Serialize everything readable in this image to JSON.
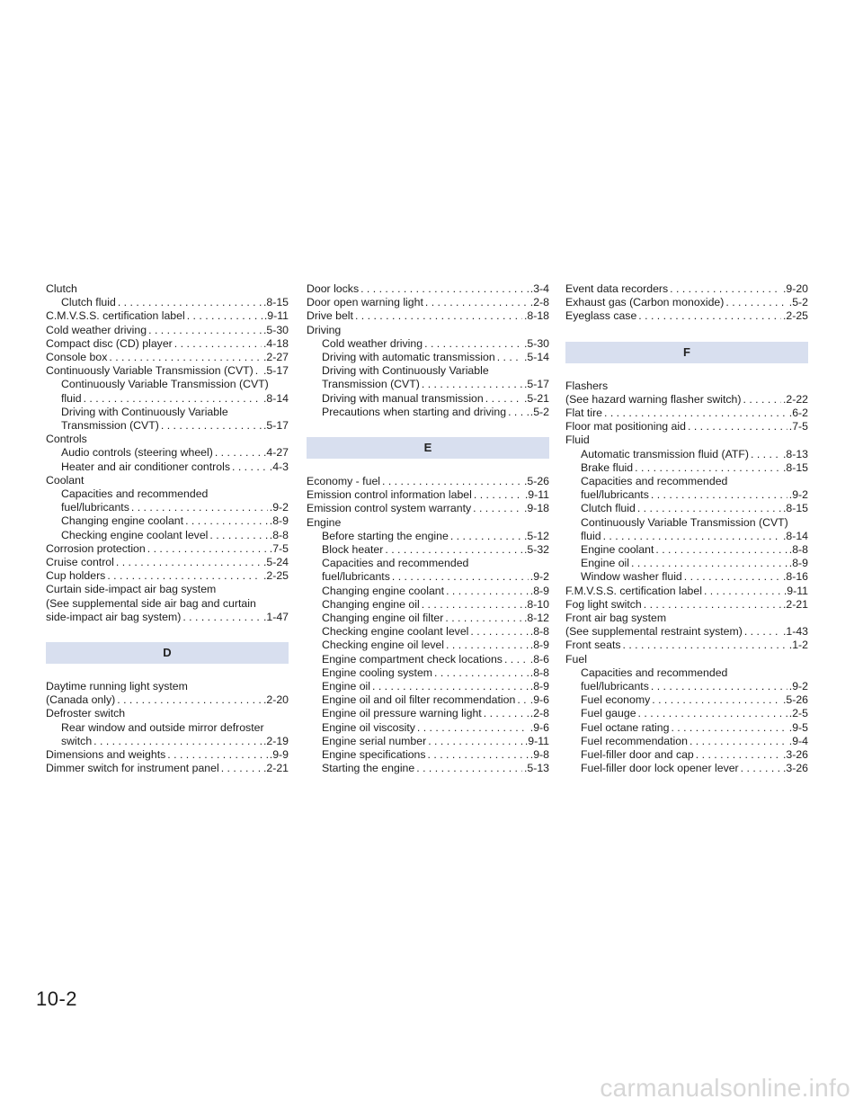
{
  "columns": [
    {
      "blocks": [
        {
          "kind": "entries",
          "entries": [
            {
              "type": "heading",
              "label": "Clutch"
            },
            {
              "type": "sub",
              "label": "Clutch fluid",
              "page": ".8-15"
            },
            {
              "type": "main",
              "label": "C.M.V.S.S. certification label",
              "page": ".9-11"
            },
            {
              "type": "main",
              "label": "Cold weather driving",
              "page": ".5-30"
            },
            {
              "type": "main",
              "label": "Compact disc (CD) player",
              "page": ".4-18"
            },
            {
              "type": "main",
              "label": "Console box",
              "page": ".2-27"
            },
            {
              "type": "main",
              "label": "Continuously Variable Transmission (CVT)",
              "page": ".5-17"
            },
            {
              "type": "subtext",
              "label": "Continuously Variable Transmission (CVT)"
            },
            {
              "type": "sub",
              "label": "fluid",
              "page": ".8-14"
            },
            {
              "type": "subtext",
              "label": "Driving with Continuously Variable"
            },
            {
              "type": "sub",
              "label": "Transmission (CVT)",
              "page": ".5-17"
            },
            {
              "type": "heading",
              "label": "Controls"
            },
            {
              "type": "sub",
              "label": "Audio controls (steering wheel)",
              "page": ".4-27"
            },
            {
              "type": "sub",
              "label": "Heater and air conditioner controls",
              "page": ".4-3"
            },
            {
              "type": "heading",
              "label": "Coolant"
            },
            {
              "type": "subtext",
              "label": "Capacities and recommended"
            },
            {
              "type": "sub",
              "label": "fuel/lubricants",
              "page": ".9-2"
            },
            {
              "type": "sub",
              "label": "Changing engine coolant",
              "page": ".8-9"
            },
            {
              "type": "sub",
              "label": "Checking engine coolant level",
              "page": ".8-8"
            },
            {
              "type": "main",
              "label": "Corrosion protection",
              "page": ".7-5"
            },
            {
              "type": "main",
              "label": "Cruise control",
              "page": ".5-24"
            },
            {
              "type": "main",
              "label": "Cup holders",
              "page": ".2-25"
            },
            {
              "type": "heading",
              "label": "Curtain side-impact air bag system"
            },
            {
              "type": "heading",
              "label": "(See supplemental side air bag and curtain"
            },
            {
              "type": "main",
              "label": "side-impact air bag system)",
              "page": ".1-47"
            }
          ]
        },
        {
          "kind": "band",
          "letter": "D"
        },
        {
          "kind": "entries",
          "entries": [
            {
              "type": "heading",
              "label": "Daytime running light system"
            },
            {
              "type": "main",
              "label": "(Canada only)",
              "page": ".2-20"
            },
            {
              "type": "heading",
              "label": "Defroster switch"
            },
            {
              "type": "subtext",
              "label": "Rear window and outside mirror defroster"
            },
            {
              "type": "sub",
              "label": "switch",
              "page": ".2-19"
            },
            {
              "type": "main",
              "label": "Dimensions and weights",
              "page": ".9-9"
            },
            {
              "type": "main",
              "label": "Dimmer switch for instrument panel",
              "page": ".2-21"
            }
          ]
        }
      ]
    },
    {
      "blocks": [
        {
          "kind": "entries",
          "entries": [
            {
              "type": "main",
              "label": "Door locks",
              "page": ".3-4"
            },
            {
              "type": "main",
              "label": "Door open warning light",
              "page": ".2-8"
            },
            {
              "type": "main",
              "label": "Drive belt",
              "page": ".8-18"
            },
            {
              "type": "heading",
              "label": "Driving"
            },
            {
              "type": "sub",
              "label": "Cold weather driving",
              "page": ".5-30"
            },
            {
              "type": "sub",
              "label": "Driving with automatic transmission",
              "page": ".5-14"
            },
            {
              "type": "subtext",
              "label": "Driving with Continuously Variable"
            },
            {
              "type": "sub",
              "label": "Transmission (CVT)",
              "page": ".5-17"
            },
            {
              "type": "sub",
              "label": "Driving with manual transmission",
              "page": ".5-21"
            },
            {
              "type": "sub",
              "label": "Precautions when starting and driving",
              "page": ".5-2"
            }
          ]
        },
        {
          "kind": "band",
          "letter": "E"
        },
        {
          "kind": "entries",
          "entries": [
            {
              "type": "main",
              "label": "Economy - fuel",
              "page": ".5-26"
            },
            {
              "type": "main",
              "label": "Emission control information label",
              "page": ".9-11"
            },
            {
              "type": "main",
              "label": "Emission control system warranty",
              "page": ".9-18"
            },
            {
              "type": "heading",
              "label": "Engine"
            },
            {
              "type": "sub",
              "label": "Before starting the engine",
              "page": ".5-12"
            },
            {
              "type": "sub",
              "label": "Block heater",
              "page": ".5-32"
            },
            {
              "type": "subtext",
              "label": "Capacities and recommended"
            },
            {
              "type": "sub",
              "label": "fuel/lubricants",
              "page": ".9-2"
            },
            {
              "type": "sub",
              "label": "Changing engine coolant",
              "page": ".8-9"
            },
            {
              "type": "sub",
              "label": "Changing engine oil",
              "page": ".8-10"
            },
            {
              "type": "sub",
              "label": "Changing engine oil filter",
              "page": ".8-12"
            },
            {
              "type": "sub",
              "label": "Checking engine coolant level",
              "page": ".8-8"
            },
            {
              "type": "sub",
              "label": "Checking engine oil level",
              "page": ".8-9"
            },
            {
              "type": "sub",
              "label": "Engine compartment check locations",
              "page": ".8-6"
            },
            {
              "type": "sub",
              "label": "Engine cooling system",
              "page": ".8-8"
            },
            {
              "type": "sub",
              "label": "Engine oil",
              "page": ".8-9"
            },
            {
              "type": "sub",
              "label": "Engine oil and oil filter recommendation",
              "page": ".9-6"
            },
            {
              "type": "sub",
              "label": "Engine oil pressure warning light",
              "page": ".2-8"
            },
            {
              "type": "sub",
              "label": "Engine oil viscosity",
              "page": ".9-6"
            },
            {
              "type": "sub",
              "label": "Engine serial number",
              "page": ".9-11"
            },
            {
              "type": "sub",
              "label": "Engine specifications",
              "page": ".9-8"
            },
            {
              "type": "sub",
              "label": "Starting the engine",
              "page": ".5-13"
            }
          ]
        }
      ]
    },
    {
      "blocks": [
        {
          "kind": "entries",
          "entries": [
            {
              "type": "main",
              "label": "Event data recorders",
              "page": ".9-20"
            },
            {
              "type": "main",
              "label": "Exhaust gas (Carbon monoxide)",
              "page": ".5-2"
            },
            {
              "type": "main",
              "label": "Eyeglass case",
              "page": ".2-25"
            }
          ]
        },
        {
          "kind": "band",
          "letter": "F"
        },
        {
          "kind": "entries",
          "entries": [
            {
              "type": "heading",
              "label": "Flashers"
            },
            {
              "type": "main",
              "label": "(See hazard warning flasher switch)",
              "page": ".2-22"
            },
            {
              "type": "main",
              "label": "Flat tire",
              "page": ".6-2"
            },
            {
              "type": "main",
              "label": "Floor mat positioning aid",
              "page": ".7-5"
            },
            {
              "type": "heading",
              "label": "Fluid"
            },
            {
              "type": "sub",
              "label": "Automatic transmission fluid (ATF)",
              "page": ".8-13"
            },
            {
              "type": "sub",
              "label": "Brake fluid",
              "page": ".8-15"
            },
            {
              "type": "subtext",
              "label": "Capacities and recommended"
            },
            {
              "type": "sub",
              "label": "fuel/lubricants",
              "page": ".9-2"
            },
            {
              "type": "sub",
              "label": "Clutch fluid",
              "page": ".8-15"
            },
            {
              "type": "subtext",
              "label": "Continuously Variable Transmission (CVT)"
            },
            {
              "type": "sub",
              "label": "fluid",
              "page": ".8-14"
            },
            {
              "type": "sub",
              "label": "Engine coolant",
              "page": ".8-8"
            },
            {
              "type": "sub",
              "label": "Engine oil",
              "page": ".8-9"
            },
            {
              "type": "sub",
              "label": "Window washer fluid",
              "page": ".8-16"
            },
            {
              "type": "main",
              "label": "F.M.V.S.S. certification label",
              "page": ".9-11"
            },
            {
              "type": "main",
              "label": "Fog light switch",
              "page": ".2-21"
            },
            {
              "type": "heading",
              "label": "Front air bag system"
            },
            {
              "type": "main",
              "label": "(See supplemental restraint system)",
              "page": ".1-43"
            },
            {
              "type": "main",
              "label": "Front seats",
              "page": ".1-2"
            },
            {
              "type": "heading",
              "label": "Fuel"
            },
            {
              "type": "subtext",
              "label": "Capacities and recommended"
            },
            {
              "type": "sub",
              "label": "fuel/lubricants",
              "page": ".9-2"
            },
            {
              "type": "sub",
              "label": "Fuel economy",
              "page": ".5-26"
            },
            {
              "type": "sub",
              "label": "Fuel gauge",
              "page": ".2-5"
            },
            {
              "type": "sub",
              "label": "Fuel octane rating",
              "page": ".9-5"
            },
            {
              "type": "sub",
              "label": "Fuel recommendation",
              "page": ".9-4"
            },
            {
              "type": "sub",
              "label": "Fuel-filler door and cap",
              "page": ".3-26"
            },
            {
              "type": "sub",
              "label": "Fuel-filler door lock opener lever",
              "page": ".3-26"
            }
          ]
        }
      ]
    }
  ],
  "page_number": "10-2",
  "watermark": "carmanualsonline.info"
}
